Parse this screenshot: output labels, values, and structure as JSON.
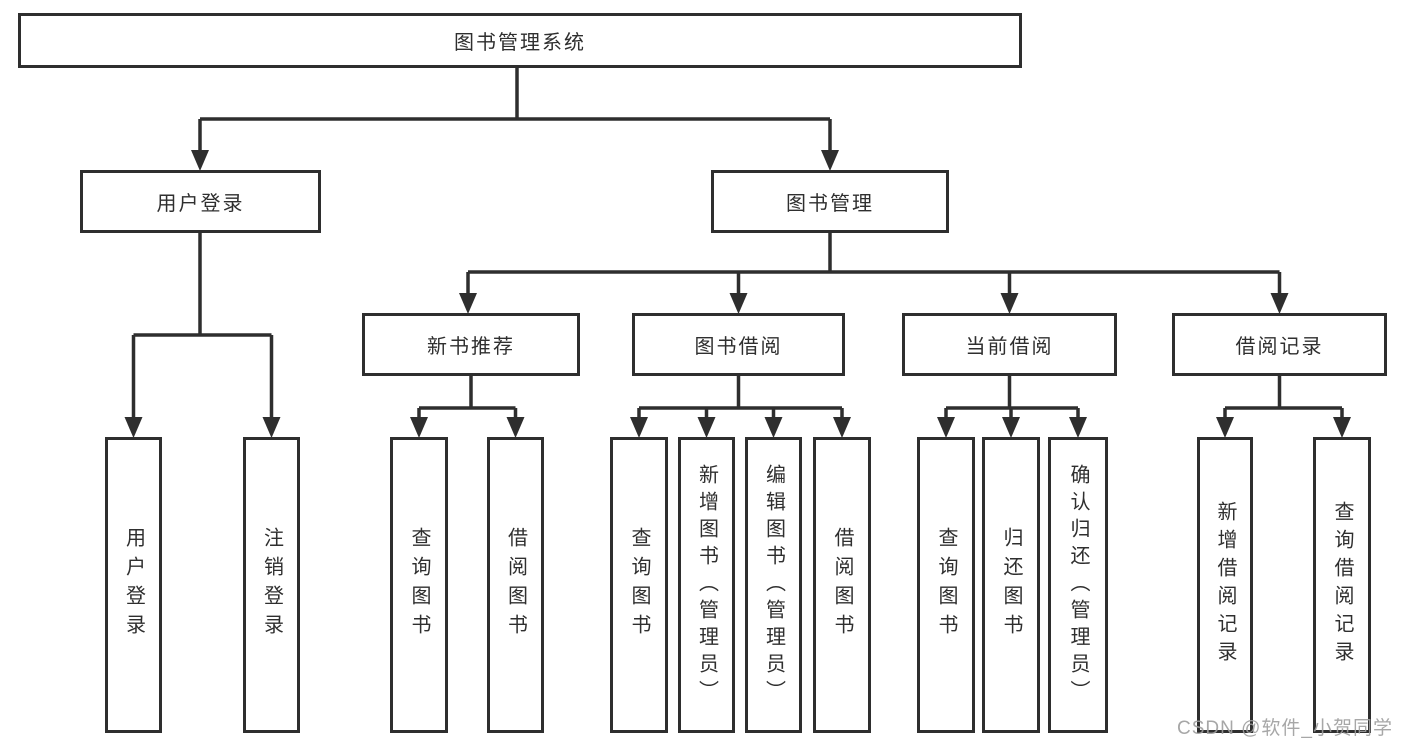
{
  "diagram": {
    "type": "hierarchy-tree",
    "nodes": {
      "root": {
        "label": "图书管理系统"
      },
      "user_login": {
        "label": "用户登录"
      },
      "book_management": {
        "label": "图书管理"
      },
      "new_book_recommend": {
        "label": "新书推荐"
      },
      "book_borrow": {
        "label": "图书借阅"
      },
      "current_borrow": {
        "label": "当前借阅"
      },
      "borrow_record": {
        "label": "借阅记录"
      },
      "leaf_user_login": {
        "label": "用户登录"
      },
      "leaf_logout": {
        "label": "注销登录"
      },
      "leaf_nb_query_book": {
        "label": "查询图书"
      },
      "leaf_nb_borrow_book": {
        "label": "借阅图书"
      },
      "leaf_bb_query_book": {
        "label": "查询图书"
      },
      "leaf_bb_add_book": {
        "label": "新增图书（管理员）"
      },
      "leaf_bb_edit_book": {
        "label": "编辑图书（管理员）"
      },
      "leaf_bb_borrow_book": {
        "label": "借阅图书"
      },
      "leaf_cb_query_book": {
        "label": "查询图书"
      },
      "leaf_cb_return_book": {
        "label": "归还图书"
      },
      "leaf_cb_confirm_return": {
        "label": "确认归还（管理员）"
      },
      "leaf_br_add_record": {
        "label": "新增借阅记录"
      },
      "leaf_br_query_record": {
        "label": "查询借阅记录"
      }
    },
    "edges": [
      [
        "root",
        "user_login"
      ],
      [
        "root",
        "book_management"
      ],
      [
        "user_login",
        "leaf_user_login"
      ],
      [
        "user_login",
        "leaf_logout"
      ],
      [
        "book_management",
        "new_book_recommend"
      ],
      [
        "book_management",
        "book_borrow"
      ],
      [
        "book_management",
        "current_borrow"
      ],
      [
        "book_management",
        "borrow_record"
      ],
      [
        "new_book_recommend",
        "leaf_nb_query_book"
      ],
      [
        "new_book_recommend",
        "leaf_nb_borrow_book"
      ],
      [
        "book_borrow",
        "leaf_bb_query_book"
      ],
      [
        "book_borrow",
        "leaf_bb_add_book"
      ],
      [
        "book_borrow",
        "leaf_bb_edit_book"
      ],
      [
        "book_borrow",
        "leaf_bb_borrow_book"
      ],
      [
        "current_borrow",
        "leaf_cb_query_book"
      ],
      [
        "current_borrow",
        "leaf_cb_return_book"
      ],
      [
        "current_borrow",
        "leaf_cb_confirm_return"
      ],
      [
        "borrow_record",
        "leaf_br_add_record"
      ],
      [
        "borrow_record",
        "leaf_br_query_record"
      ]
    ]
  },
  "watermark": {
    "text": "CSDN @软件_小贺同学",
    "color": "#9e9e9e"
  },
  "colors": {
    "line": "#2e2e2e",
    "text": "#2f2f2f",
    "background": "#ffffff"
  }
}
